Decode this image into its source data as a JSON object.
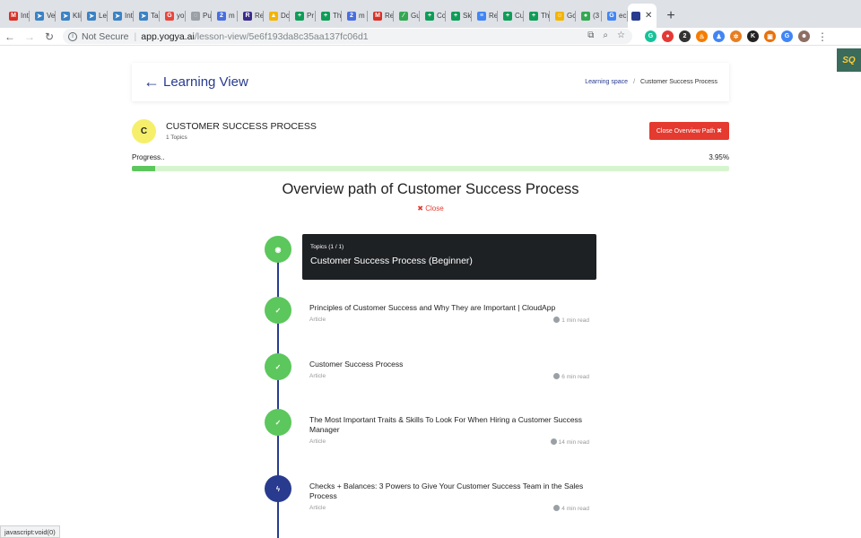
{
  "browser": {
    "tabs": [
      {
        "label": "Int",
        "icon": "gmail-icon",
        "color": "#d93025",
        "glyph": "M"
      },
      {
        "label": "Ve",
        "icon": "arrow-logo-icon",
        "color": "#3b82c4",
        "glyph": "➤"
      },
      {
        "label": "Kli",
        "icon": "arrow-logo-icon",
        "color": "#3b82c4",
        "glyph": "➤"
      },
      {
        "label": "Le",
        "icon": "arrow-logo-icon",
        "color": "#3b82c4",
        "glyph": "➤"
      },
      {
        "label": "Int",
        "icon": "arrow-logo-icon",
        "color": "#3b82c4",
        "glyph": "➤"
      },
      {
        "label": "Ta",
        "icon": "arrow-logo-icon",
        "color": "#3b82c4",
        "glyph": "➤"
      },
      {
        "label": "yo",
        "icon": "g-logo-icon",
        "color": "#e8453c",
        "glyph": "G"
      },
      {
        "label": "Pu",
        "icon": "loading-icon",
        "color": "#9aa0a6",
        "glyph": "◌"
      },
      {
        "label": "m",
        "icon": "number-badge-icon",
        "color": "#4a6ee0",
        "glyph": "2"
      },
      {
        "label": "Re",
        "icon": "r-logo-icon",
        "color": "#3a2a8c",
        "glyph": "R"
      },
      {
        "label": "Dc",
        "icon": "drive-icon",
        "color": "#f4b400",
        "glyph": "▲"
      },
      {
        "label": "Pr",
        "icon": "sheets-icon",
        "color": "#0f9d58",
        "glyph": "+"
      },
      {
        "label": "Th",
        "icon": "sheets-icon",
        "color": "#0f9d58",
        "glyph": "+"
      },
      {
        "label": "m",
        "icon": "number-badge-icon",
        "color": "#4a6ee0",
        "glyph": "2"
      },
      {
        "label": "Re",
        "icon": "gmail-icon",
        "color": "#d93025",
        "glyph": "M"
      },
      {
        "label": "Gu",
        "icon": "line-icon",
        "color": "#34a853",
        "glyph": "⁄"
      },
      {
        "label": "Cc",
        "icon": "sheets-icon",
        "color": "#0f9d58",
        "glyph": "+"
      },
      {
        "label": "Sk",
        "icon": "sheets-icon",
        "color": "#0f9d58",
        "glyph": "+"
      },
      {
        "label": "Re",
        "icon": "docs-icon",
        "color": "#4285f4",
        "glyph": "≡"
      },
      {
        "label": "Cu",
        "icon": "sheets-icon",
        "color": "#0f9d58",
        "glyph": "+"
      },
      {
        "label": "Th",
        "icon": "sheets-icon",
        "color": "#0f9d58",
        "glyph": "+"
      },
      {
        "label": "Gc",
        "icon": "smiley-icon",
        "color": "#f5b400",
        "glyph": "☺"
      },
      {
        "label": "(3",
        "icon": "green-dot-icon",
        "color": "#34a853",
        "glyph": "●"
      },
      {
        "label": "ec",
        "icon": "google-icon",
        "color": "#4285f4",
        "glyph": "G"
      }
    ],
    "active_tab_icon_color": "#283b8f",
    "address_bar": {
      "security_label": "Not Secure",
      "host": "app.yogya.ai",
      "path": "/lesson-view/5e6f193da8c35aa137fc06d1"
    },
    "extensions": [
      {
        "icon": "grammarly-icon",
        "color": "#15c39a",
        "glyph": "G"
      },
      {
        "icon": "adblock-icon",
        "color": "#e53935",
        "glyph": "●"
      },
      {
        "icon": "chart-badge-icon",
        "color": "#333333",
        "glyph": "2"
      },
      {
        "icon": "fire-icon",
        "color": "#f57c00",
        "glyph": "♨"
      },
      {
        "icon": "person-icon",
        "color": "#4285f4",
        "glyph": "♟"
      },
      {
        "icon": "gear-ext-icon",
        "color": "#e67e22",
        "glyph": "✲"
      },
      {
        "icon": "k-icon",
        "color": "#222222",
        "glyph": "K"
      },
      {
        "icon": "square-ext-icon",
        "color": "#e8710a",
        "glyph": "▣"
      },
      {
        "icon": "gp-icon",
        "color": "#4285f4",
        "glyph": "G"
      },
      {
        "icon": "profile-avatar-icon",
        "color": "#8d6e63",
        "glyph": "☻"
      }
    ],
    "status_bar_text": "javascript:void(0)"
  },
  "page": {
    "sq_badge": "SQ",
    "header": {
      "title": "Learning View",
      "breadcrumb_link": "Learning space",
      "breadcrumb_sep": "/",
      "breadcrumb_current": "Customer Success Process"
    },
    "course": {
      "avatar_letter": "C",
      "title": "CUSTOMER SUCCESS PROCESS",
      "topics_count": "1 Topics",
      "close_button": "Close Overview Path ✖"
    },
    "progress": {
      "label": "Progress..",
      "percent_label": "3.95%",
      "value": 0.0395
    },
    "overview": {
      "title": "Overview path of Customer Success Process",
      "close_label": "✖ Close"
    },
    "topic_card": {
      "counter": "Topics (1 / 1)",
      "title": "Customer Success Process (Beginner)"
    },
    "items": [
      {
        "title": "Principles of Customer Success and Why They are Important | CloudApp",
        "type": "Article",
        "read_time": "1 min read",
        "status": "done"
      },
      {
        "title": "Customer Success Process",
        "type": "Article",
        "read_time": "6 min read",
        "status": "done"
      },
      {
        "title": "The Most Important Traits & Skills To Look For When Hiring a Customer Success Manager",
        "type": "Article",
        "read_time": "14 min read",
        "status": "done"
      },
      {
        "title": "Checks + Balances: 3 Powers to Give Your Customer Success Team in the Sales Process",
        "type": "Article",
        "read_time": "4 min read",
        "status": "current"
      }
    ],
    "colors": {
      "brand": "#283b8f",
      "success": "#5cc75c",
      "danger": "#e53a2f",
      "avatar": "#f6ef6b"
    }
  }
}
